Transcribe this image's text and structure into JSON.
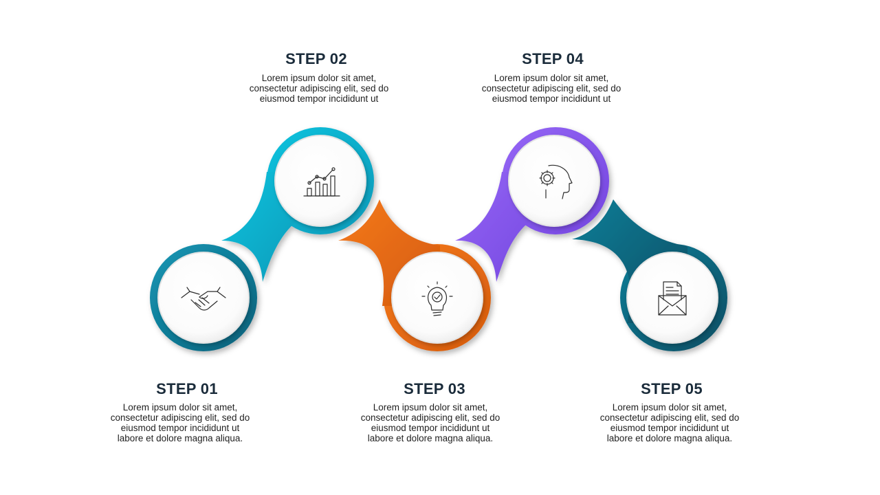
{
  "colors": {
    "step1": "#0f8aa6",
    "step2": "#0ab6d2",
    "step3": "#f07118",
    "step4": "#8b5cf2",
    "step5": "#0f6f88",
    "title": "#1a2b3a",
    "text": "#1f1f1f",
    "icon_stroke": "#2b2b2b"
  },
  "steps": [
    {
      "title": "STEP 01",
      "text": "Lorem ipsum dolor sit amet,\nconsectetur adipiscing elit, sed do\neiusmod tempor incididunt ut\nlabore et dolore magna aliqua.",
      "icon": "handshake-icon"
    },
    {
      "title": "STEP 02",
      "text": "Lorem ipsum dolor sit amet,\nconsectetur adipiscing elit, sed do\neiusmod tempor incididunt ut",
      "icon": "growth-chart-icon"
    },
    {
      "title": "STEP 03",
      "text": "Lorem ipsum dolor sit amet,\nconsectetur adipiscing elit, sed do\neiusmod tempor incididunt ut\nlabore et dolore magna aliqua.",
      "icon": "lightbulb-check-icon"
    },
    {
      "title": "STEP 04",
      "text": "Lorem ipsum dolor sit amet,\nconsectetur adipiscing elit, sed do\neiusmod tempor incididunt ut",
      "icon": "head-gear-icon"
    },
    {
      "title": "STEP 05",
      "text": "Lorem ipsum dolor sit amet,\nconsectetur adipiscing elit, sed do\neiusmod tempor incididunt ut\nlabore et dolore magna aliqua.",
      "icon": "mail-document-icon"
    }
  ]
}
